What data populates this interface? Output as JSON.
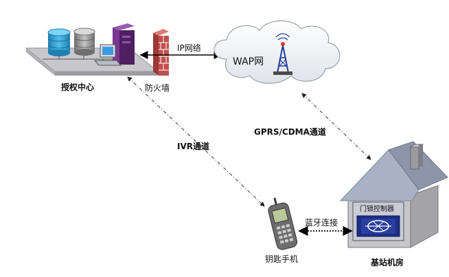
{
  "nodes": {
    "auth_center": {
      "label": "授权中心"
    },
    "firewall": {
      "label": "防火墙"
    },
    "wap_cloud": {
      "label": "WAP网"
    },
    "base_station": {
      "label": "基站机房"
    },
    "door_controller": {
      "label": "门锁控制器"
    },
    "key_phone": {
      "label": "钥匙手机"
    }
  },
  "links": {
    "ip": {
      "label": "IP网络"
    },
    "ivr": {
      "label": "IVR通道"
    },
    "gprs": {
      "label": "GPRS/CDMA通道"
    },
    "bluetooth": {
      "label": "蓝牙连接"
    }
  },
  "colors": {
    "platform": "#c8c8cc",
    "db_blue": "#36a4d6",
    "db_gray": "#9a9a9a",
    "server_purple": "#6a2d7e",
    "firewall_red": "#c0504d",
    "roof": "#a9b2c4",
    "house_wall": "#c7c7cb",
    "controller_blue": "#1c2f84"
  }
}
